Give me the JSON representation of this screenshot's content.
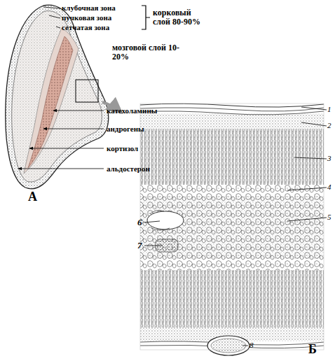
{
  "diagram": {
    "labels": [
      "клубочная зона",
      "пучковая зона",
      "сетчатая зона",
      "корковый слой 80-90%",
      "мозговой слой 10-20%",
      "катехоламины",
      "андрогены",
      "кортизол",
      "альдостерон",
      "А",
      "1",
      "2",
      "3",
      "4",
      "5",
      "6",
      "7",
      "8",
      "Б"
    ]
  }
}
